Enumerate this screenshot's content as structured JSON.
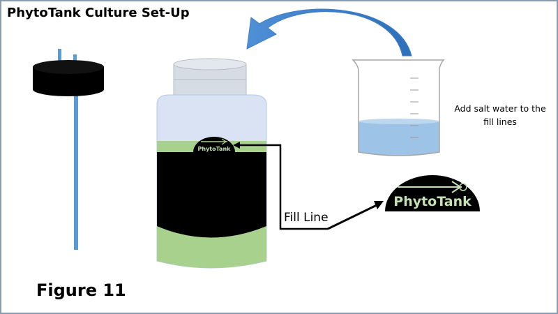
{
  "title": "PhytoTank Culture Set-Up",
  "figure_label": "Figure 11",
  "fill_line_label": "Fill Line",
  "instruction": "Add salt water to the fill lines",
  "logo_text": "PhytoTank",
  "colors": {
    "cap": "#000000",
    "tube": "#5b9bd5",
    "arrow": "#4a8ccf",
    "green_water": "#a9d18e",
    "jar_glass": "#dae3f3",
    "beaker_water": "#9dc3e6",
    "logo_text": "#c5e0b4"
  }
}
